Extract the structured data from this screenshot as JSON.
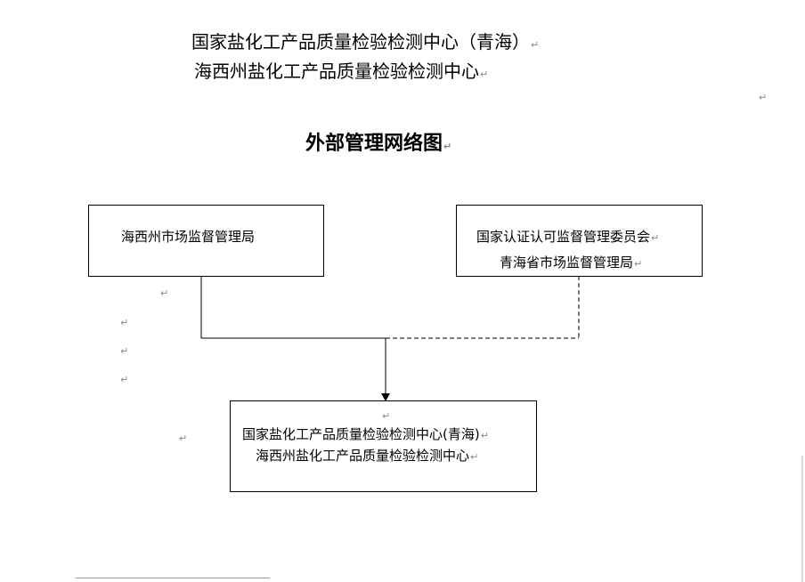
{
  "header": {
    "line1": "国家盐化工产品质量检验检测中心（青海）",
    "line2": "海西州盐化工产品质量检验检测中心"
  },
  "title": "外部管理网络图",
  "boxes": {
    "left_top": {
      "line1": "海西州市场监督管理局"
    },
    "right_top": {
      "line1": "国家认证认可监督管理委员会",
      "line2": "青海省市场监督管理局"
    },
    "bottom": {
      "line1": "国家盐化工产品质量检验检测中心(青海)",
      "line2": "海西州盐化工产品质量检验检测中心"
    }
  },
  "paragraph_mark": "↵",
  "colors": {
    "text": "#000000",
    "mark": "#888888",
    "border": "#000000"
  }
}
